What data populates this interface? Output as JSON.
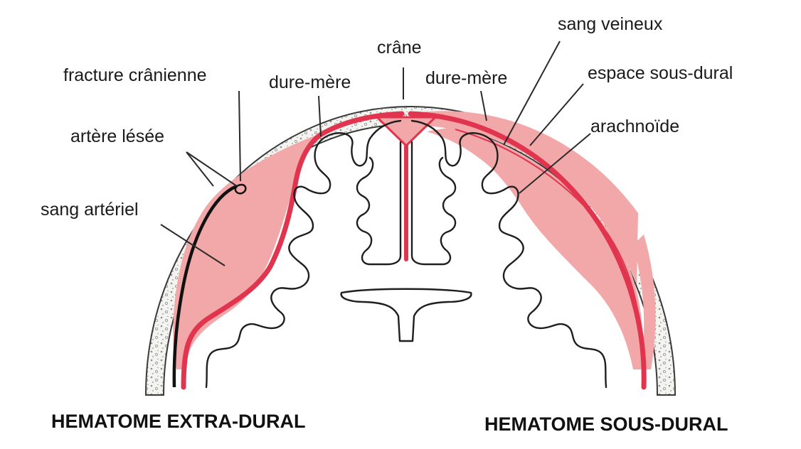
{
  "labels": {
    "crane": "crâne",
    "sang_veineux": "sang veineux",
    "fracture_cranienne": "fracture crânienne",
    "dure_mere_left": "dure-mère",
    "dure_mere_right": "dure-mère",
    "espace_sous_dural": "espace sous-dural",
    "artere_lesee": "artère lésée",
    "arachnoide": "arachnoïde",
    "sang_arteriel": "sang artériel"
  },
  "captions": {
    "left": "HEMATOME EXTRA-DURAL",
    "right": "HEMATOME SOUS-DURAL"
  },
  "colors": {
    "dura_red": "#e1354f",
    "hematoma_pink": "#f2a8a8",
    "skull_fill": "#f2f2ef",
    "skull_dots": "#9a9a9a",
    "artery_black": "#111111"
  }
}
